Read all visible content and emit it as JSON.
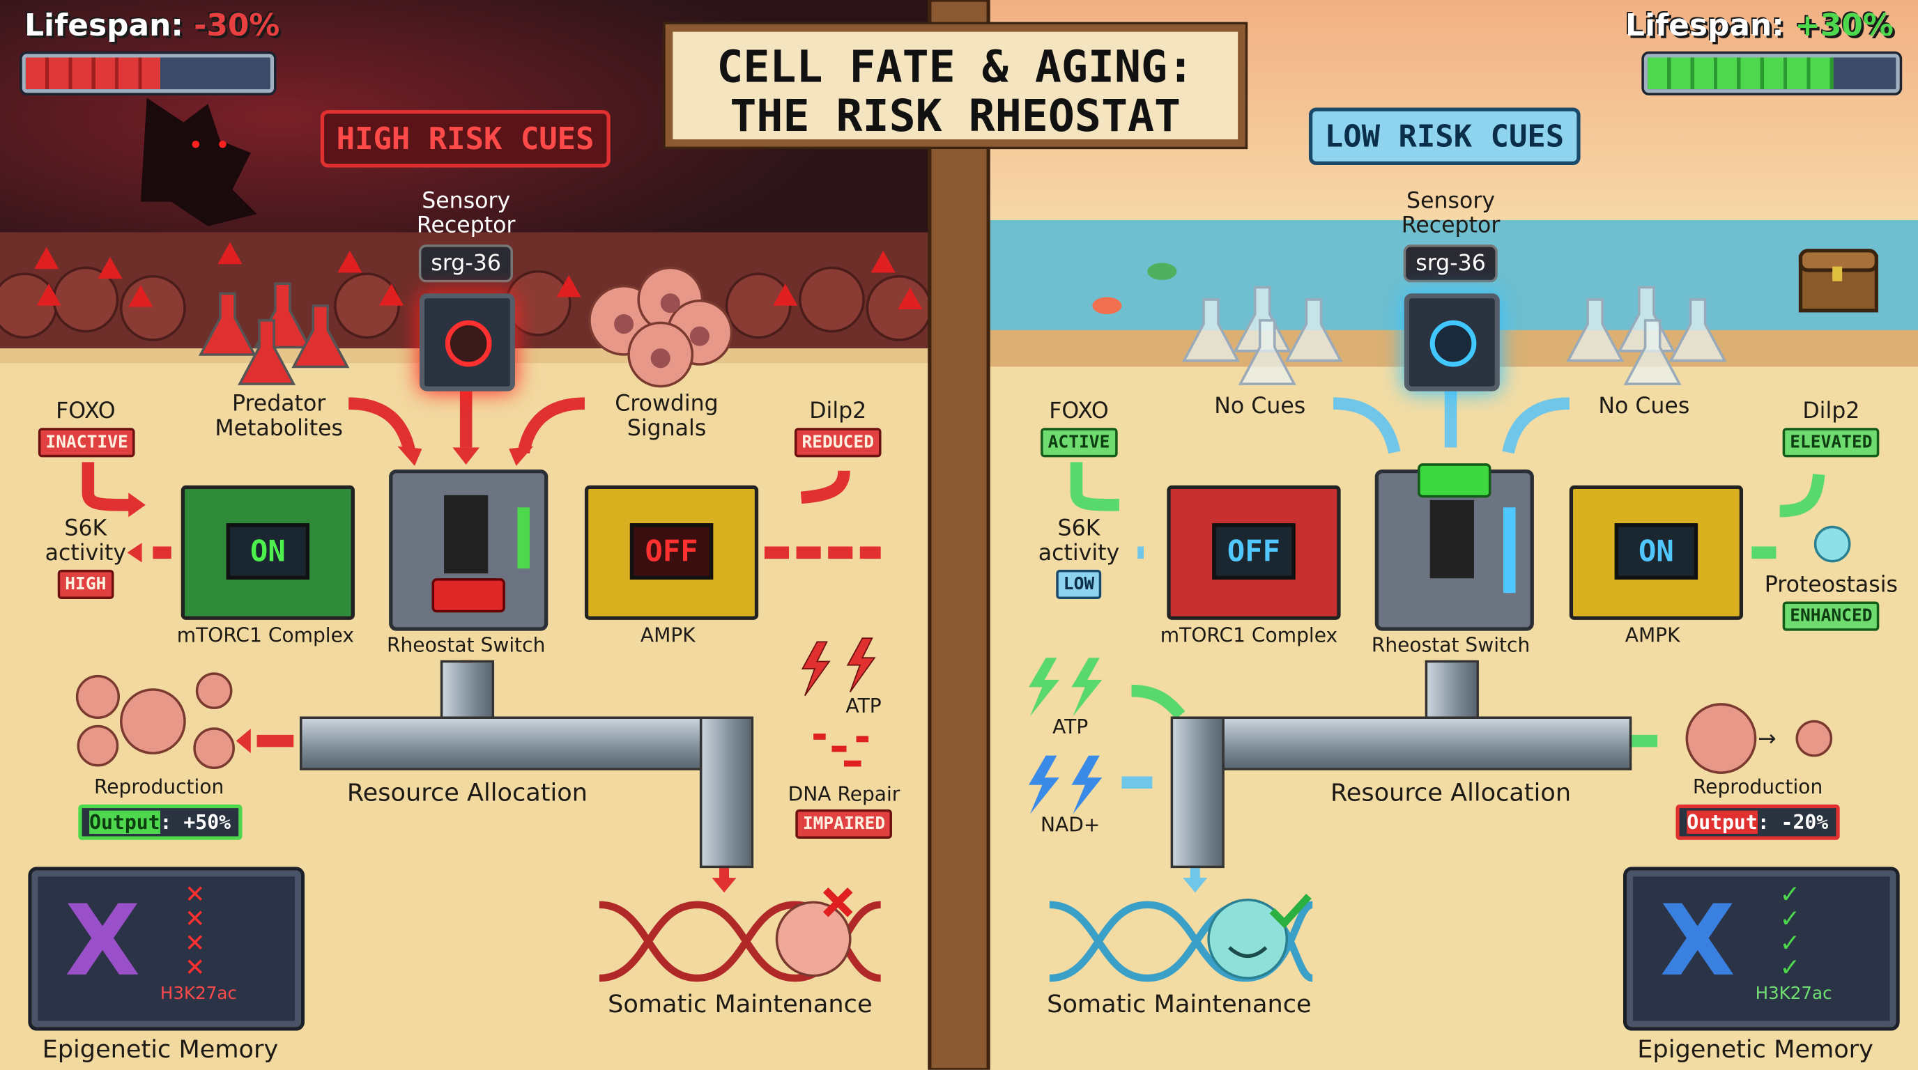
{
  "title": {
    "line1": "CELL FATE & AGING:",
    "line2": "THE RISK RHEOSTAT"
  },
  "colors": {
    "high_risk": "#e03a3a",
    "low_risk": "#4fb8e0",
    "active_green": "#4ed84e",
    "dark_bg": "#2a1418",
    "sand": "#f2d9a0"
  },
  "left": {
    "lifespan_label": "Lifespan: ",
    "lifespan_value": "-30%",
    "lifespan_bar_fill_percent": 55,
    "cue_banner": "HIGH RISK CUES",
    "receptor_label_1": "Sensory",
    "receptor_label_2": "Receptor",
    "receptor_gene": "srg-36",
    "input_left_1": "Predator",
    "input_left_2": "Metabolites",
    "input_right_1": "Crowding",
    "input_right_2": "Signals",
    "foxo": {
      "label": "FOXO",
      "status": "INACTIVE"
    },
    "dilp2": {
      "label": "Dilp2",
      "status": "REDUCED"
    },
    "s6k": {
      "label_1": "S6K",
      "label_2": "activity",
      "status": "HIGH"
    },
    "mtorc1": {
      "display": "ON",
      "label": "mTORC1 Complex"
    },
    "rheostat_label": "Rheostat Switch",
    "ampk": {
      "display": "OFF",
      "label": "AMPK"
    },
    "resource_label": "Resource Allocation",
    "reproduction": {
      "label": "Reproduction",
      "output_key": "Output",
      "output_value": ": +50%"
    },
    "atp_label": "ATP",
    "dna_repair": {
      "label": "DNA Repair",
      "status": "IMPAIRED"
    },
    "somatic_label": "Somatic Maintenance",
    "epigenetic": {
      "mark": "H3K27ac",
      "label": "Epigenetic Memory"
    }
  },
  "right": {
    "lifespan_label": "Lifespan: ",
    "lifespan_value": "+30%",
    "lifespan_bar_fill_percent": 75,
    "cue_banner": "LOW RISK CUES",
    "receptor_label_1": "Sensory",
    "receptor_label_2": "Receptor",
    "receptor_gene": "srg-36",
    "input_left": "No Cues",
    "input_right": "No Cues",
    "foxo": {
      "label": "FOXO",
      "status": "ACTIVE"
    },
    "dilp2": {
      "label": "Dilp2",
      "status": "ELEVATED"
    },
    "s6k": {
      "label_1": "S6K",
      "label_2": "activity",
      "status": "LOW"
    },
    "mtorc1": {
      "display": "OFF",
      "label": "mTORC1 Complex"
    },
    "rheostat_label": "Rheostat Switch",
    "ampk": {
      "display": "ON",
      "label": "AMPK"
    },
    "proteostasis": {
      "label": "Proteostasis",
      "status": "ENHANCED"
    },
    "resource_label": "Resource Allocation",
    "reproduction": {
      "label": "Reproduction",
      "output_key": "Output",
      "output_value": ": -20%"
    },
    "atp_label": "ATP",
    "nad_label": "NAD+",
    "somatic_label": "Somatic Maintenance",
    "epigenetic": {
      "mark": "H3K27ac",
      "label": "Epigenetic Memory"
    }
  }
}
